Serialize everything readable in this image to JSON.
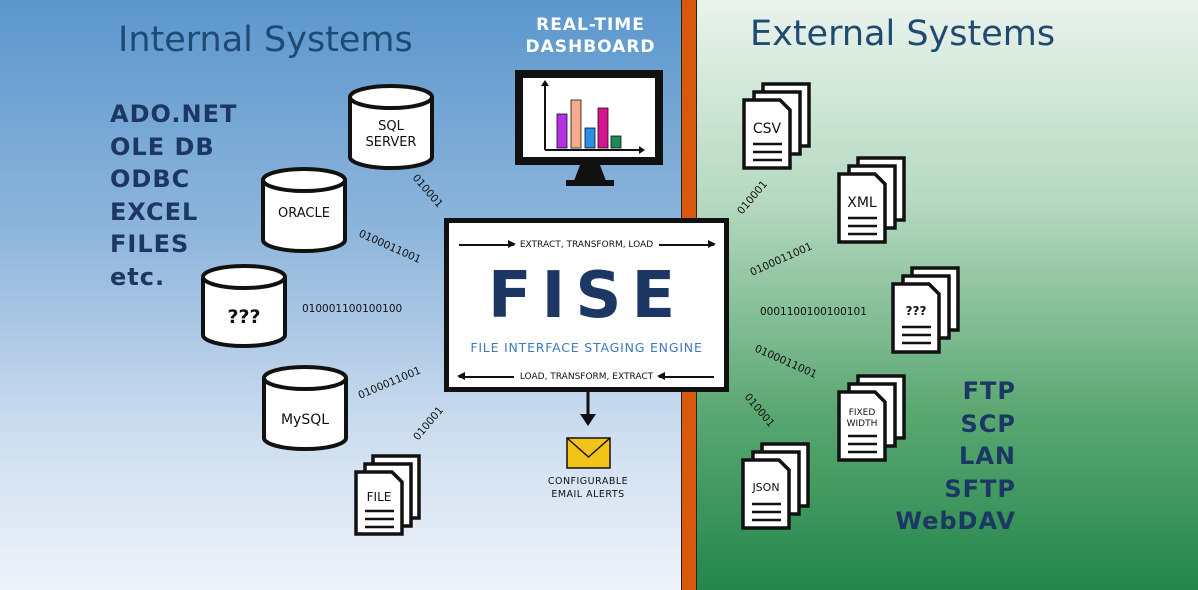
{
  "internal": {
    "title": "Internal Systems",
    "protocols": [
      "ADO.NET",
      "OLE DB",
      "ODBC",
      "EXCEL",
      "FILES",
      "etc."
    ],
    "sources": [
      {
        "id": "sql-server",
        "lines": [
          "SQL",
          "SERVER"
        ]
      },
      {
        "id": "oracle",
        "lines": [
          "ORACLE"
        ]
      },
      {
        "id": "unknown-db",
        "lines": [
          "???"
        ]
      },
      {
        "id": "mysql",
        "lines": [
          "MySQL"
        ]
      },
      {
        "id": "file",
        "lines": [
          "FILE"
        ]
      }
    ],
    "binary": [
      "010001",
      "0100011001",
      "010001100100100",
      "0100011001",
      "010001"
    ]
  },
  "external": {
    "title": "External Systems",
    "protocols": [
      "FTP",
      "SCP",
      "LAN",
      "SFTP",
      "WebDAV"
    ],
    "files": [
      {
        "id": "csv",
        "lines": [
          "CSV"
        ]
      },
      {
        "id": "xml",
        "lines": [
          "XML"
        ]
      },
      {
        "id": "unknown-file",
        "lines": [
          "???"
        ]
      },
      {
        "id": "fixed-width",
        "lines": [
          "FIXED",
          "WIDTH"
        ]
      },
      {
        "id": "json",
        "lines": [
          "JSON"
        ]
      }
    ],
    "binary": [
      "010001",
      "0100011001",
      "0001100100100101",
      "0100011001",
      "010001"
    ]
  },
  "dashboard": {
    "title_lines": [
      "REAL-TIME",
      "DASHBOARD"
    ]
  },
  "engine": {
    "name": "FISE",
    "subtitle": "FILE INTERFACE STAGING ENGINE",
    "top_flow": "EXTRACT, TRANSFORM, LOAD",
    "bottom_flow": "LOAD, TRANSFORM, EXTRACT"
  },
  "email": {
    "lines": [
      "CONFIGURABLE",
      "EMAIL ALERTS"
    ]
  },
  "colors": {
    "divider": "#d8590c",
    "dark_blue": "#1c3763",
    "accent_blue": "#3b7ac0",
    "envelope": "#f2c418",
    "bars": [
      "#b730e6",
      "#f6ab8b",
      "#2a8de8",
      "#d6168e",
      "#1e8a57"
    ]
  }
}
